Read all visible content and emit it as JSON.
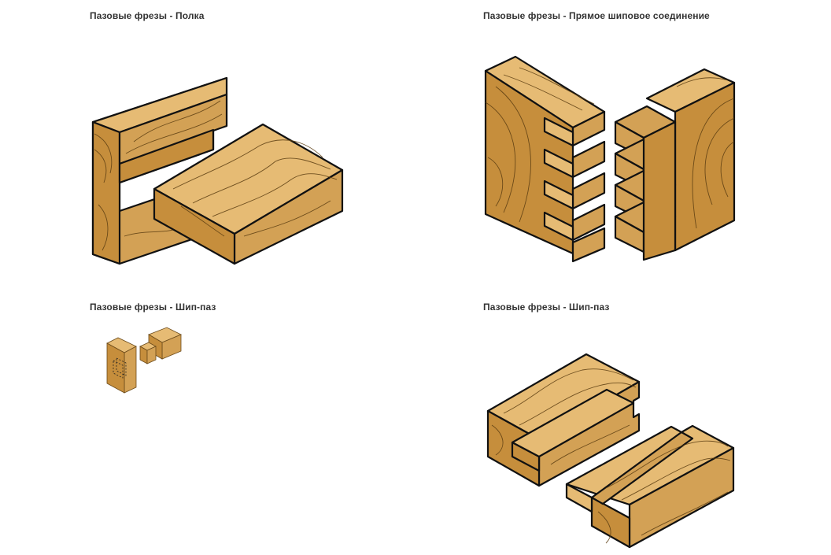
{
  "colors": {
    "wood_top": "#e6bb74",
    "wood_side": "#d3a155",
    "wood_end": "#c68e3c",
    "outline": "#111111",
    "caption": "#333333"
  },
  "cards": [
    {
      "caption": "Пазовые фрезы - Полка"
    },
    {
      "caption": "Пазовые фрезы - Прямое шиповое соединение"
    },
    {
      "caption": "Пазовые фрезы - Шип-паз"
    },
    {
      "caption": "Пазовые фрезы - Шип-паз"
    }
  ]
}
